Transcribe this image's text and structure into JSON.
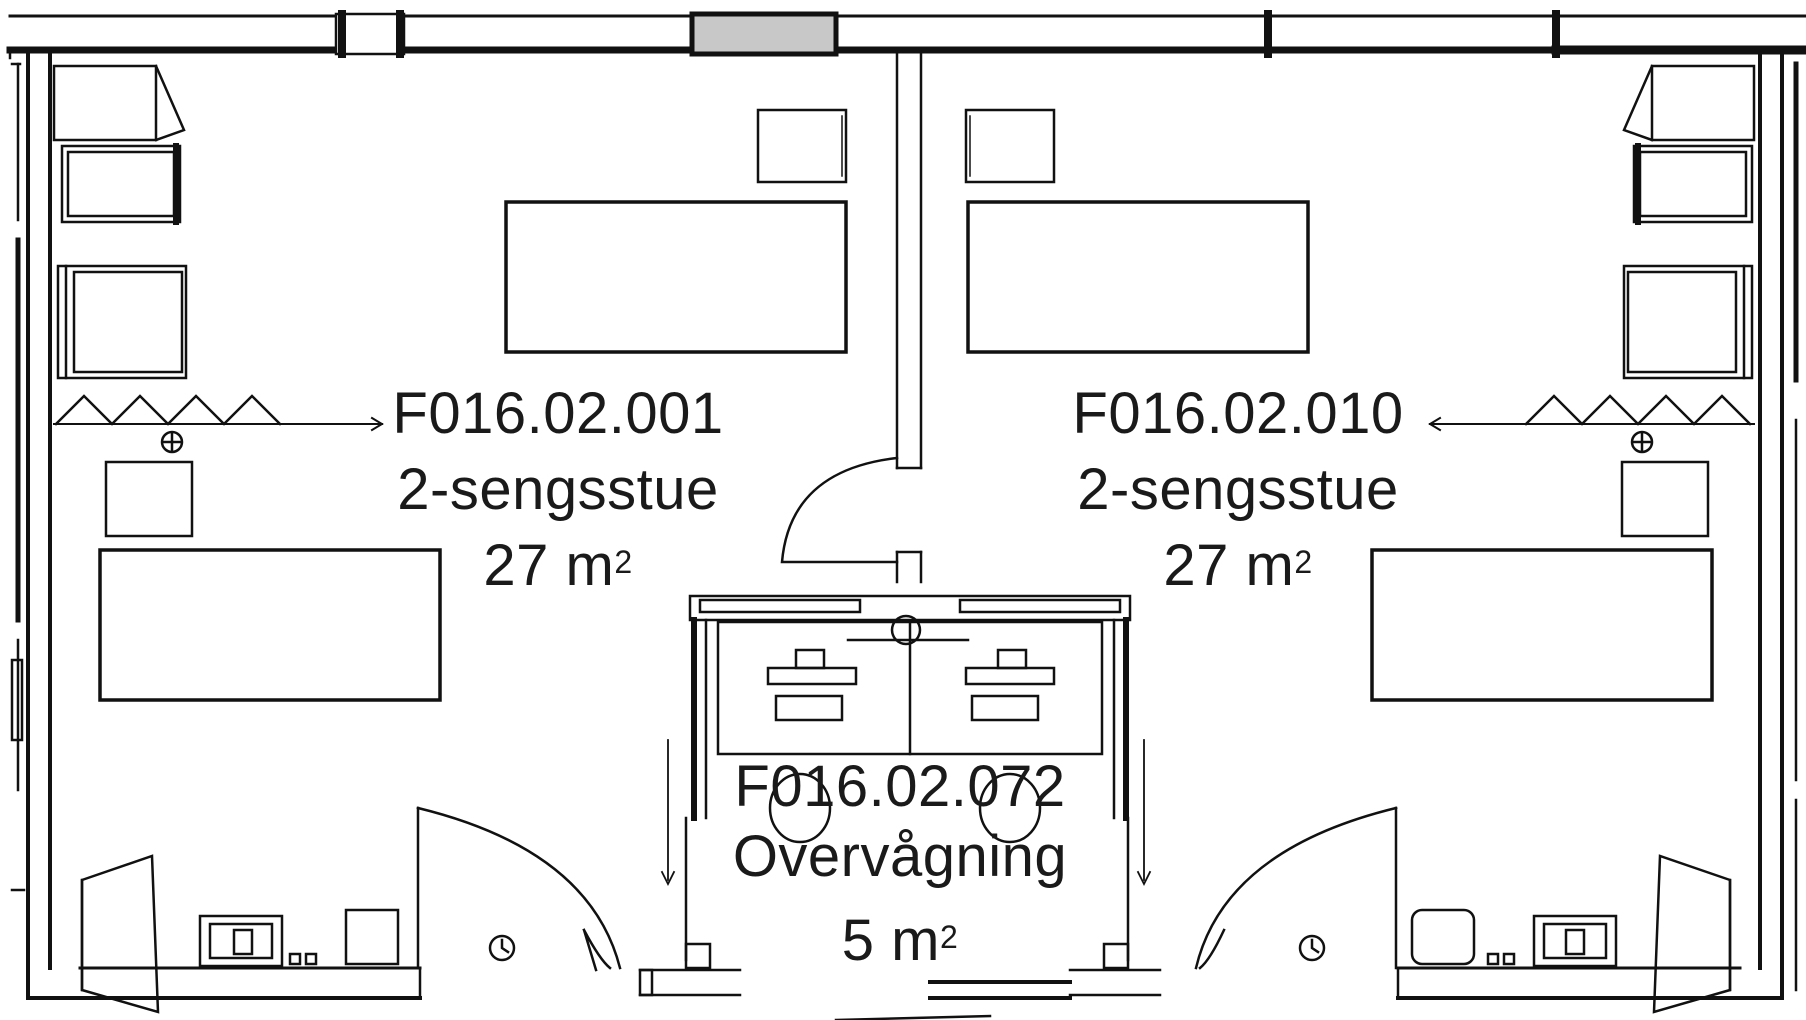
{
  "rooms": [
    {
      "id": "F016.02.001",
      "name": "2-sengsstue",
      "area": "27 m",
      "unit_sup": "2"
    },
    {
      "id": "F016.02.010",
      "name": "2-sengsstue",
      "area": "27 m",
      "unit_sup": "2"
    },
    {
      "id": "F016.02.072",
      "name": "Overvågning",
      "area": "5 m",
      "unit_sup": "2"
    }
  ],
  "colors": {
    "wall": "#111111",
    "line": "#222222",
    "window_fill": "#c8c8c8",
    "background": "#ffffff"
  }
}
